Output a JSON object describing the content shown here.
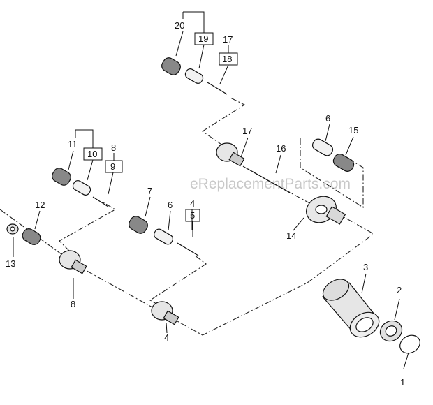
{
  "watermark": "eReplacementParts.com",
  "parts": {
    "p1": "1",
    "p2": "2",
    "p3": "3",
    "p4a": "4",
    "p4b": "4",
    "p5": "5",
    "p6a": "6",
    "p6b": "6",
    "p7": "7",
    "p8a": "8",
    "p8b": "8",
    "p9": "9",
    "p10": "10",
    "p11": "11",
    "p12": "12",
    "p13": "13",
    "p14": "14",
    "p15": "15",
    "p16": "16",
    "p17a": "17",
    "p17b": "17",
    "p18": "18",
    "p19": "19",
    "p20": "20"
  }
}
